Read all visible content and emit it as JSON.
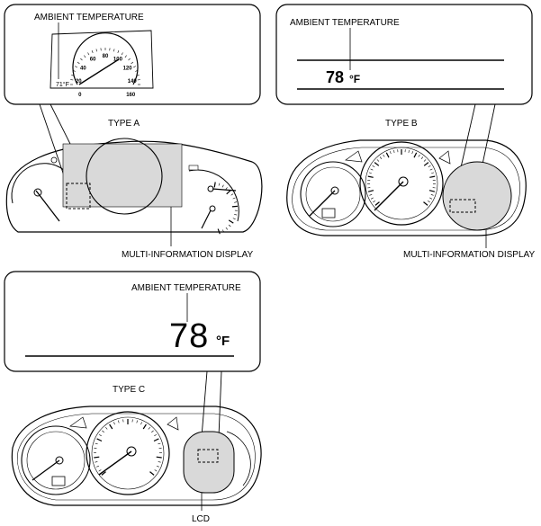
{
  "panel_a": {
    "callout_label": "AMBIENT TEMPERATURE",
    "gauge_ticks": [
      "0",
      "20",
      "40",
      "60",
      "80",
      "100",
      "120",
      "140",
      "160"
    ],
    "temp_small": "71°F",
    "type_label": "TYPE A",
    "display_label": "MULTI-INFORMATION DISPLAY"
  },
  "panel_b": {
    "callout_label": "AMBIENT TEMPERATURE",
    "temp_value": "78",
    "temp_unit": "°F",
    "type_label": "TYPE B",
    "display_label": "MULTI-INFORMATION DISPLAY"
  },
  "panel_c": {
    "callout_label": "AMBIENT TEMPERATURE",
    "temp_value": "78",
    "temp_unit": "°F",
    "type_label": "TYPE C",
    "display_label": "LCD"
  },
  "colors": {
    "line": "#000000",
    "shade": "#d9d9d9",
    "background": "#ffffff"
  }
}
